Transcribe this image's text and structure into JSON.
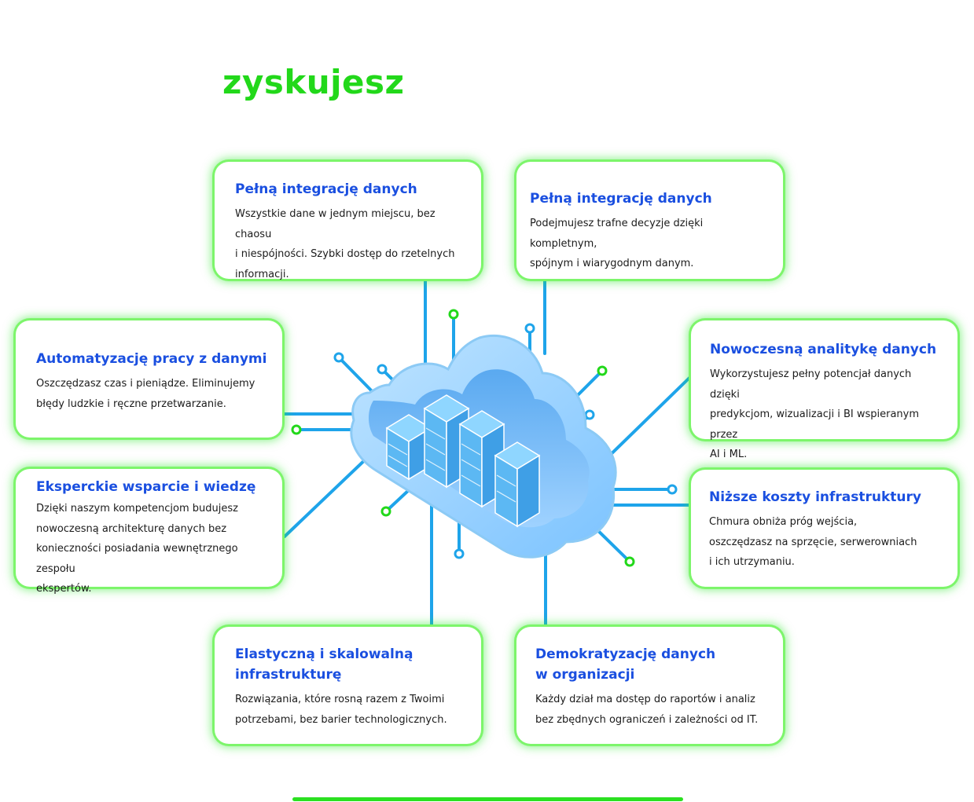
{
  "heading": "zyskujesz",
  "accent_color": "#22d81a",
  "title_color": "#1a4fe0",
  "line_color": "#1ea4ea",
  "cards": [
    {
      "title": "Pełną integrację danych",
      "text": "Wszystkie dane w jednym miejscu, bez chaosu\ni niespójności. Szybki dostęp do rzetelnych\ninformacji."
    },
    {
      "title": "Pełną integrację danych",
      "text": " Podejmujesz trafne decyzje dzięki kompletnym,\nspójnym i wiarygodnym danym."
    },
    {
      "title": "Automatyzację pracy z danymi",
      "text": "Oszczędzasz czas i pieniądze. Eliminujemy\nbłędy ludzkie i ręczne przetwarzanie."
    },
    {
      "title": "Nowoczesną analitykę danych",
      "text": "Wykorzystujesz pełny potencjał danych dzięki\npredykcjom, wizualizacji i BI wspieranym przez\nAI i ML."
    },
    {
      "title": "Eksperckie wsparcie i wiedzę",
      "text": "Dzięki naszym kompetencjom budujesz\nnowoczesną architekturę danych bez\nkonieczności posiadania wewnętrznego zespołu\nekspertów."
    },
    {
      "title": "Niższe koszty infrastruktury",
      "text": " Chmura obniża próg wejścia,\noszczędzasz na sprzęcie, serwerowniach\ni ich utrzymaniu."
    },
    {
      "title": "Elastyczną i skalowalną\ninfrastrukturę",
      "text": "Rozwiązania, które rosną razem z Twoimi\npotrzebami, bez barier technologicznych."
    },
    {
      "title": "Demokratyzację danych\nw organizacji",
      "text": "Każdy dział ma dostęp do raportów i analiz\nbez zbędnych ograniczeń i zależności od IT."
    }
  ],
  "icons": {
    "cloud": "cloud-server-icon"
  }
}
